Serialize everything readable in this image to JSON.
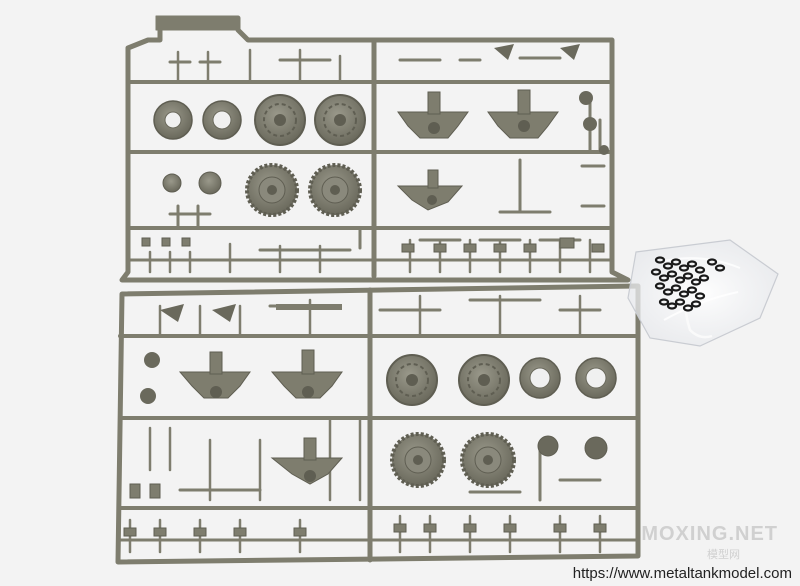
{
  "watermark": {
    "brand": "MOXING.NET",
    "sub": "模型网",
    "url": "https://www.metaltankmodel.com"
  },
  "colors": {
    "background": "#f3f3f3",
    "plastic": "#7e7d6e",
    "plastic_dark": "#5f5e52",
    "plastic_light": "#98978a",
    "chain": "#1a1a1a"
  },
  "subject": {
    "sprues": [
      {
        "name": "upper-sprue"
      },
      {
        "name": "lower-sprue"
      }
    ],
    "accessory": "chain-bag"
  }
}
